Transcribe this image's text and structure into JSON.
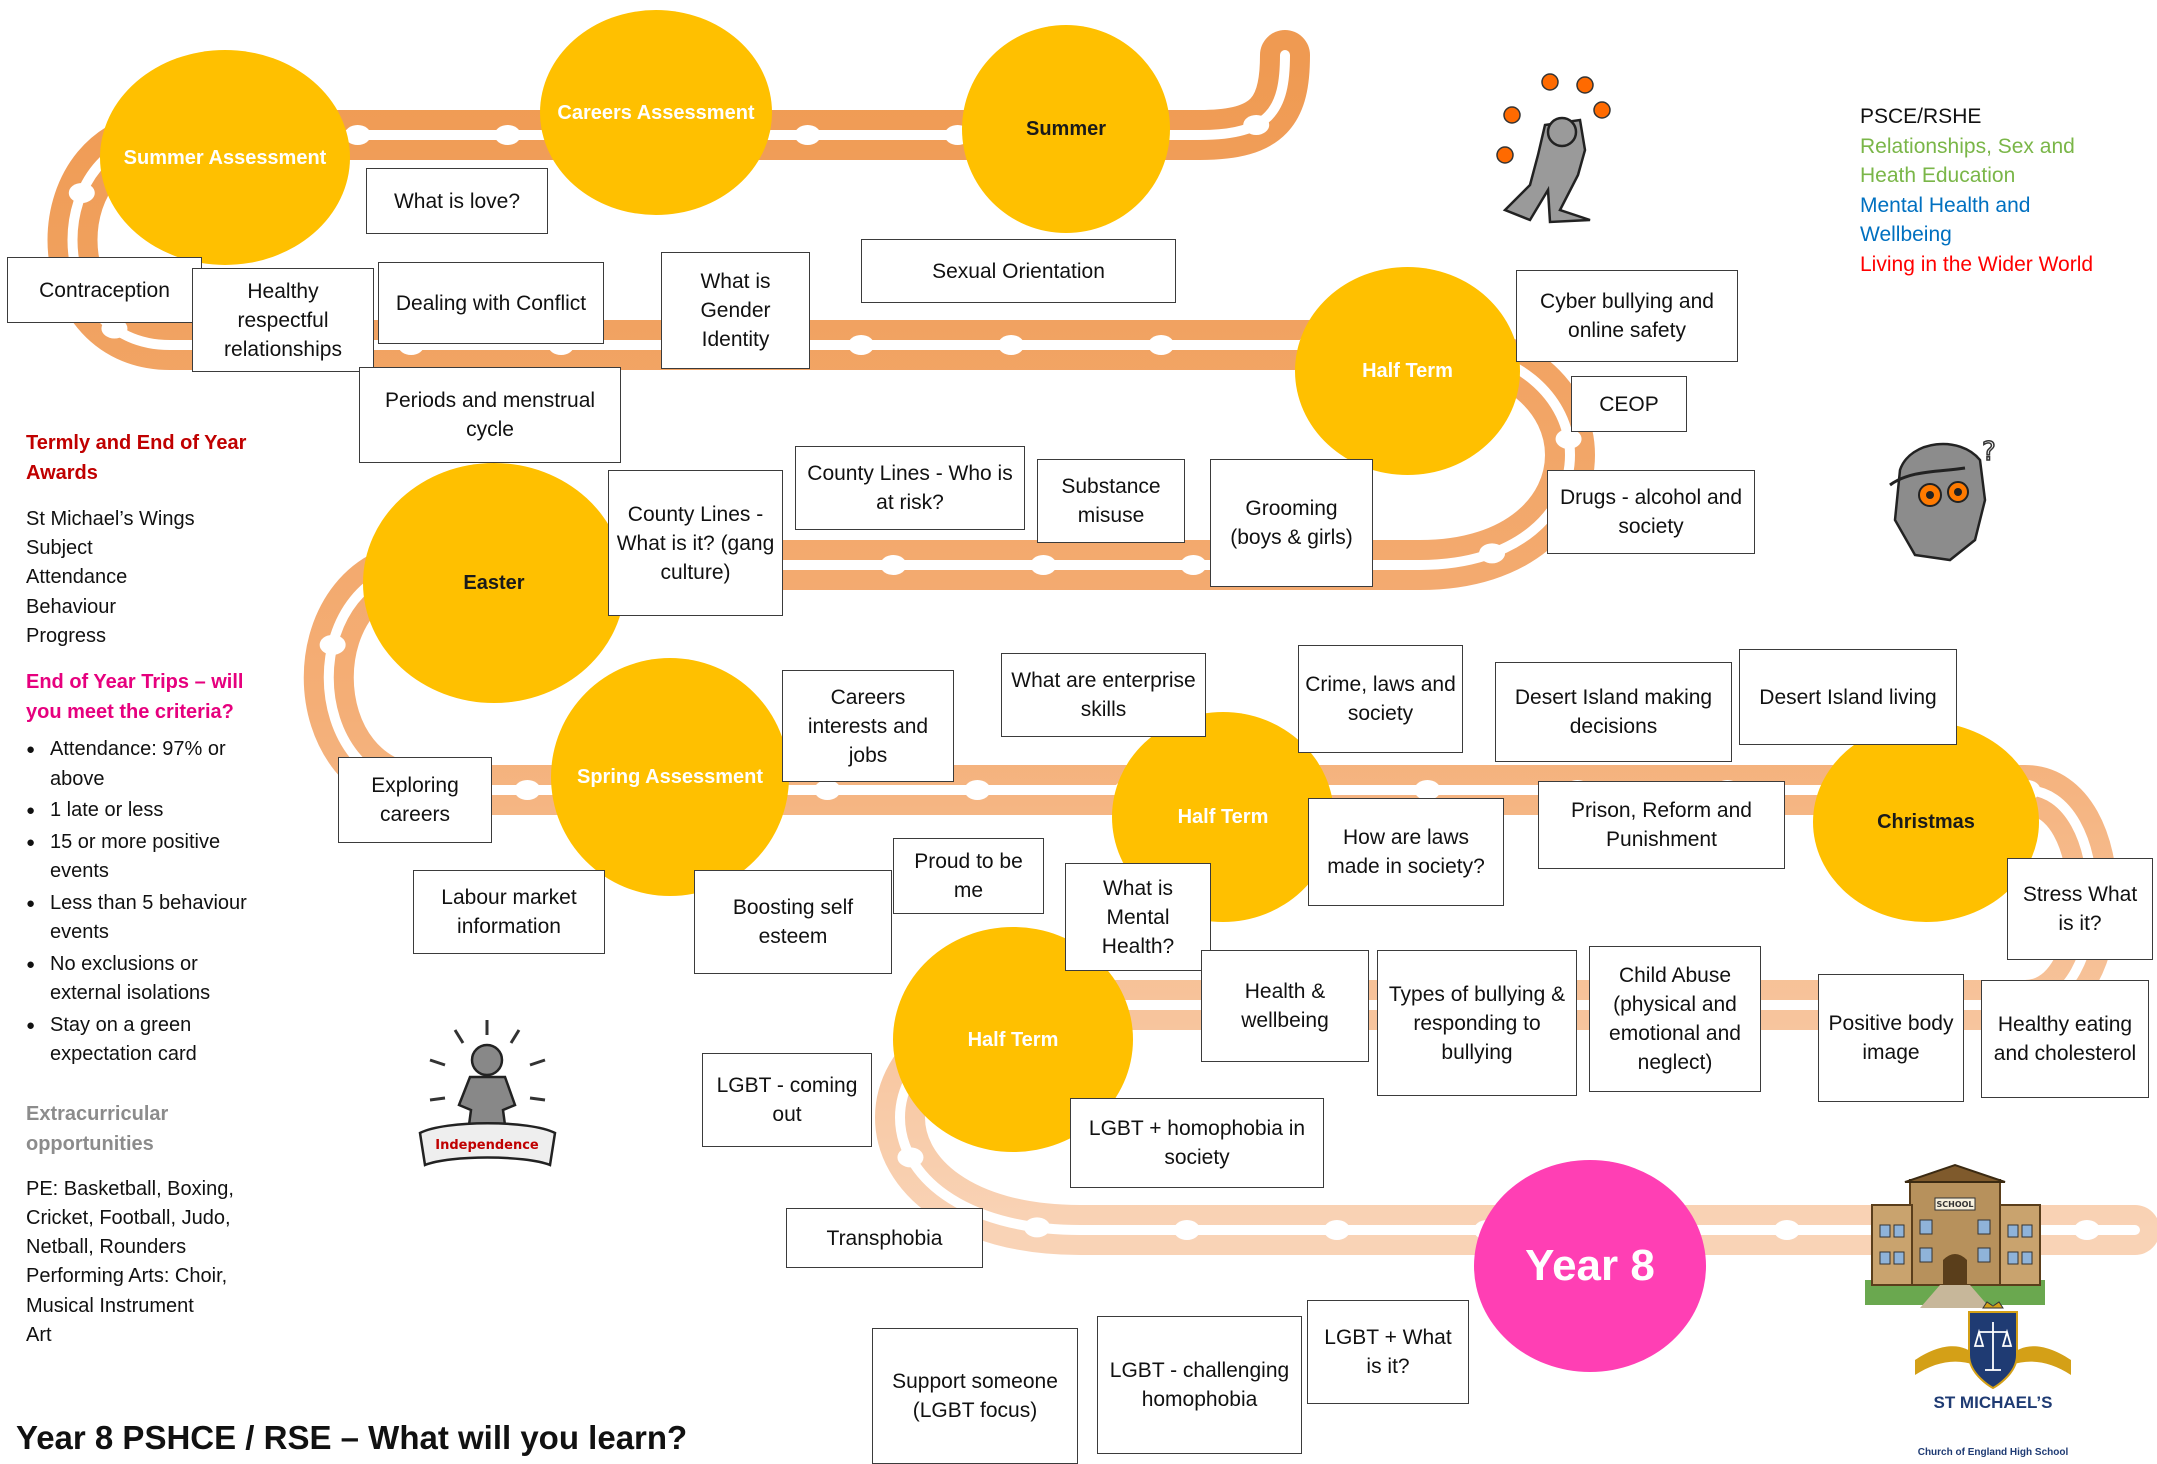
{
  "title": "Year 8 PSHCE / RSE – What will you learn?",
  "legend": {
    "heading": "PSCE/RSHE",
    "items": [
      {
        "text": "Relationships, Sex and Heath Education",
        "color": "#7ab648"
      },
      {
        "text": "Mental Health and Wellbeing",
        "color": "#0070c0"
      },
      {
        "text": "Living in the Wider World",
        "color": "#ff0000"
      }
    ]
  },
  "milestones": {
    "summer_assessment": "Summer Assessment",
    "careers_assessment": "Careers Assessment",
    "summer": "Summer",
    "half_term_1": "Half Term",
    "easter": "Easter",
    "spring_assessment": "Spring Assessment",
    "half_term_2": "Half Term",
    "christmas": "Christmas",
    "half_term_3": "Half Term",
    "year": "Year 8"
  },
  "topics": {
    "what_is_love": "What is love?",
    "contraception": "Contraception",
    "healthy_respectful": "Healthy respectful relationships",
    "dealing_conflict": "Dealing with Conflict",
    "gender_identity": "What is Gender Identity",
    "sexual_orientation": "Sexual Orientation",
    "cyber_bullying": "Cyber bullying and online safety",
    "ceop": "CEOP",
    "periods": "Periods and menstrual cycle",
    "county_lines_what": "County Lines - What is it? (gang culture)",
    "county_lines_risk": "County Lines - Who is at risk?",
    "substance_misuse": "Substance misuse",
    "grooming": "Grooming (boys & girls)",
    "drugs_alcohol": "Drugs - alcohol and society",
    "careers_interests": "Careers interests and jobs",
    "enterprise_skills": "What are enterprise skills",
    "crime_laws": "Crime, laws and society",
    "desert_decisions": "Desert Island making decisions",
    "desert_living": "Desert Island living",
    "exploring_careers": "Exploring careers",
    "labour_market": "Labour market information",
    "proud_to_be_me": "Proud to be me",
    "boosting_esteem": "Boosting self esteem",
    "mental_health": "What is Mental Health?",
    "laws_made": "How are laws made in society?",
    "prison_reform": "Prison, Reform and Punishment",
    "stress": "Stress What is it?",
    "health_wellbeing": "Health & wellbeing",
    "types_bullying": "Types of bullying & responding to bullying",
    "child_abuse": "Child Abuse (physical and emotional and neglect)",
    "positive_body": "Positive body image",
    "healthy_eating": "Healthy eating and cholesterol",
    "lgbt_coming_out": "LGBT - coming out",
    "lgbt_homophobia_society": "LGBT + homophobia in society",
    "transphobia": "Transphobia",
    "lgbt_what": "LGBT + What is it?",
    "support_someone": "Support someone (LGBT focus)",
    "lgbt_challenging": "LGBT - challenging homophobia"
  },
  "sidebar": {
    "awards_heading": "Termly and End of Year Awards",
    "awards": [
      "St Michael’s Wings",
      "Subject",
      "Attendance",
      "Behaviour",
      "Progress"
    ],
    "trips_heading": "End of Year Trips – will you meet the criteria?",
    "criteria": [
      "Attendance: 97% or above",
      "1 late or less",
      "15 or more positive events",
      "Less than 5 behaviour events",
      "No exclusions or external isolations",
      "Stay on a green expectation card"
    ],
    "extracurricular_heading": "Extracurricular opportunities",
    "extracurricular_lines": [
      "PE: Basketball, Boxing,",
      "Cricket, Football, Judo,",
      "Netball, Rounders",
      "Performing Arts: Choir,",
      "Musical Instrument",
      "Art"
    ]
  },
  "badges": {
    "independence": "Independence",
    "school_sign": "SCHOOL"
  },
  "school": {
    "name": "ST MICHAEL’S",
    "subtitle": "Church of England High School"
  },
  "colors": {
    "road": "#f4a666",
    "road_light": "#f8caa6",
    "milestone": "#ffc000",
    "year_circle": "#ff3fb4"
  }
}
